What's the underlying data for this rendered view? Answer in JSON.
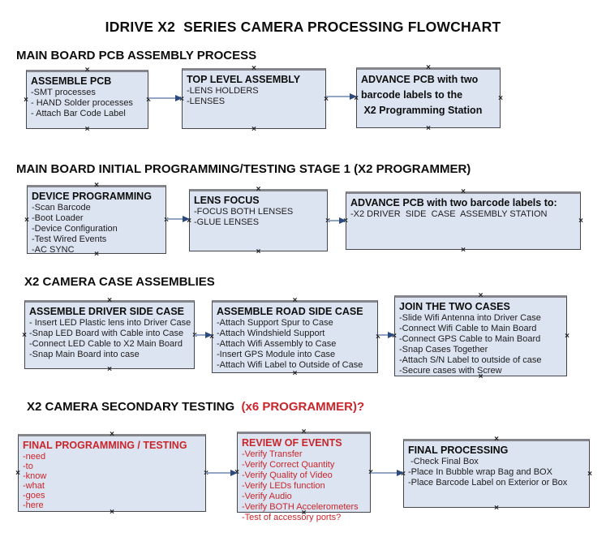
{
  "title": "IDRIVE X2  SERIES CAMERA PROCESSING FLOWCHART",
  "colors": {
    "box_fill": "#dde4f1",
    "box_border": "#45464c",
    "box_border_top": "#85868c",
    "red_text": "#c9252b",
    "connector_line": "#92a5c4",
    "connector_arrow": "#2c4a7e"
  },
  "sections": [
    {
      "heading": "MAIN BOARD PCB ASSEMBLY PROCESS",
      "boxes": [
        {
          "title": "ASSEMBLE PCB",
          "items": [
            "-SMT processes",
            "- HAND Solder processes",
            "- Attach Bar Code Label"
          ]
        },
        {
          "title": "TOP LEVEL ASSEMBLY",
          "items": [
            "-LENS HOLDERS",
            "-LENSES"
          ]
        },
        {
          "title": "ADVANCE PCB with two",
          "items": [
            "barcode labels to the",
            " X2 Programming Station"
          ]
        }
      ]
    },
    {
      "heading": "MAIN BOARD INITIAL PROGRAMMING/TESTING STAGE 1 (X2 PROGRAMMER)",
      "boxes": [
        {
          "title": "DEVICE PROGRAMMING",
          "items": [
            "-Scan Barcode",
            "-Boot Loader",
            "-Device Configuration",
            "-Test Wired Events",
            "-AC SYNC"
          ]
        },
        {
          "title": "LENS FOCUS",
          "items": [
            "-FOCUS BOTH LENSES",
            "-GLUE LENSES"
          ]
        },
        {
          "title": "ADVANCE PCB with two barcode labels to:",
          "items": [
            "-X2 DRIVER  SIDE  CASE  ASSEMBLY STATION"
          ]
        }
      ]
    },
    {
      "heading": "X2 CAMERA CASE ASSEMBLIES",
      "boxes": [
        {
          "title": "ASSEMBLE DRIVER SIDE CASE",
          "items": [
            "- Insert LED Plastic lens into Driver Case",
            "-Snap LED Board with Cable into Case",
            "-Connect LED Cable to X2 Main Board",
            "-Snap Main Board into case"
          ]
        },
        {
          "title": "ASSEMBLE ROAD SIDE CASE",
          "items": [
            "-Attach Support Spur to Case",
            "-Attach Windshield Support",
            "-Attach Wifi Assembly to Case",
            "-Insert GPS Module into Case",
            "-Attach Wifi Label to Outside of Case"
          ]
        },
        {
          "title": "JOIN THE TWO CASES",
          "items": [
            "-Slide Wifi Antenna into Driver Case",
            "-Connect Wifi Cable to Main Board",
            "-Connect GPS Cable to Main Board",
            "-Snap Cases Together",
            "-Attach S/N Label to outside of case",
            "-Secure cases with Screw"
          ]
        }
      ]
    },
    {
      "heading": "X2 CAMERA SECONDARY TESTING",
      "heading_red": "  (x6 PROGRAMMER)?",
      "boxes": [
        {
          "title": "FINAL PROGRAMMING / TESTING",
          "items": [
            "-need",
            "-to",
            "-know",
            "-what",
            "-goes",
            "-here"
          ]
        },
        {
          "title": "REVIEW OF EVENTS",
          "items": [
            "-Verify Transfer",
            "-Verify Correct Quantity",
            "-Verify Quality of Video",
            "-Verify LEDs function",
            "-Verify Audio",
            "-Verify BOTH Accelerometers",
            "-Test of accessory ports?"
          ]
        },
        {
          "title": "FINAL PROCESSING",
          "items": [
            " -Check Final Box",
            "-Place In Bubble wrap Bag and BOX",
            "-Place Barcode Label on Exterior or Box"
          ]
        }
      ]
    }
  ]
}
